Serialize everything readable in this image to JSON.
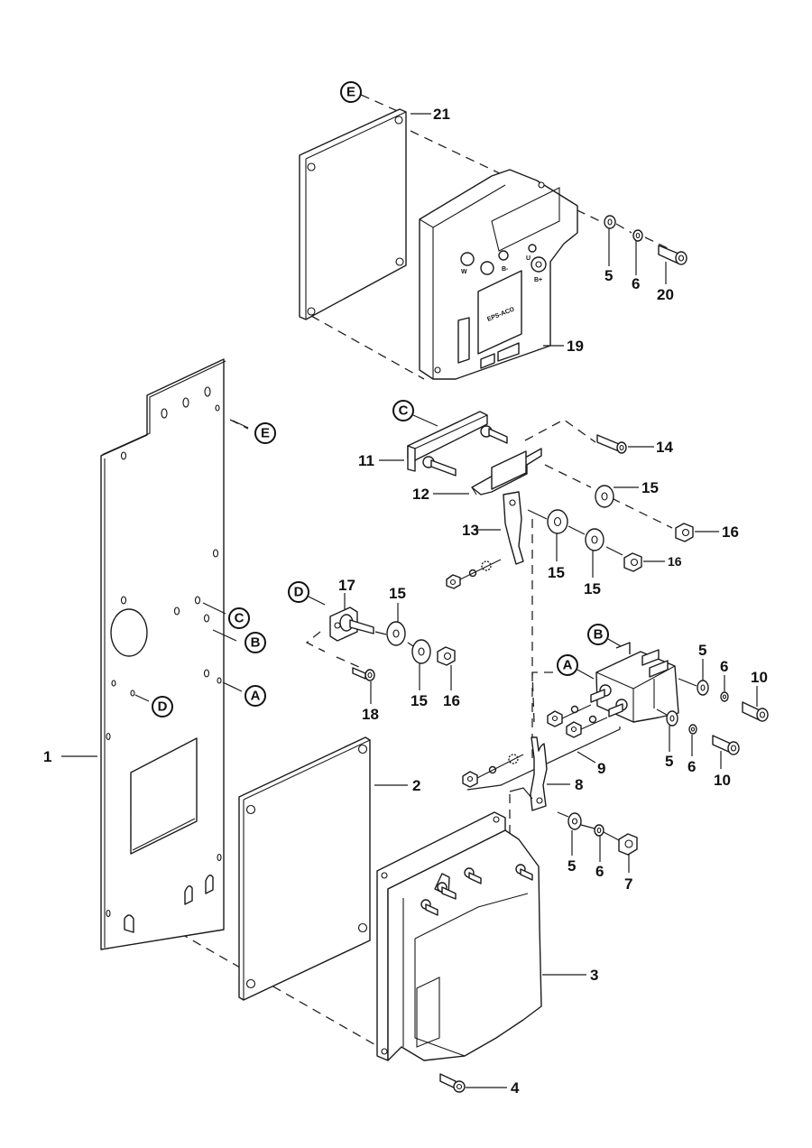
{
  "diagram": {
    "type": "exploded-parts-view",
    "part_numbers": {
      "p1": "1",
      "p2": "2",
      "p3": "3",
      "p4": "4",
      "p5a": "5",
      "p5b": "5",
      "p5c": "5",
      "p5d": "5",
      "p6a": "6",
      "p6b": "6",
      "p6c": "6",
      "p6d": "6",
      "p7": "7",
      "p8": "8",
      "p9": "9",
      "p10a": "10",
      "p10b": "10",
      "p11": "11",
      "p12": "12",
      "p13": "13",
      "p14": "14",
      "p15a": "15",
      "p15b": "15",
      "p15c": "15",
      "p15d": "15",
      "p15e": "15",
      "p16a": "16",
      "p16b": "16",
      "p16c": "16",
      "p17": "17",
      "p18": "18",
      "p19": "19",
      "p20": "20",
      "p21": "21"
    },
    "reference_markers": {
      "E_top": "E",
      "E_plate": "E",
      "C_top": "C",
      "C_plate": "C",
      "B_top": "B",
      "B_plate": "B",
      "A_top": "A",
      "A_plate": "A",
      "D_top": "D",
      "D_plate": "D"
    },
    "controller_markings": {
      "terminal_w": "W",
      "terminal_b_minus": "B-",
      "terminal_u": "U",
      "terminal_b_plus": "B+",
      "label": "EPS-ACO"
    }
  }
}
